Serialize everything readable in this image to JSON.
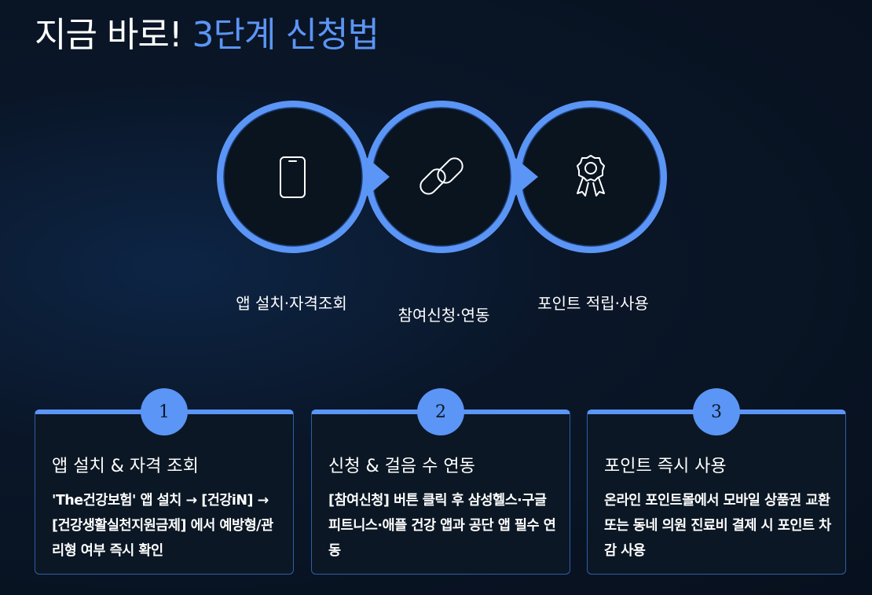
{
  "header": {
    "title_part1": "지금 바로!",
    "title_part2": "3단계 신청법",
    "accent_color": "#5b95f5"
  },
  "steps": [
    {
      "icon": "smartphone-icon",
      "label": "앱 설치·자격조회"
    },
    {
      "icon": "link-icon",
      "label": "참여신청·연동"
    },
    {
      "icon": "award-badge-icon",
      "label": "포인트 적립·사용"
    }
  ],
  "cards": [
    {
      "number": "1",
      "title": "앱 설치 & 자격 조회",
      "body": "'The건강보험' 앱 설치 → [건강iN] → [건강생활실천지원금제] 에서 예방형/관리형 여부 즉시 확인"
    },
    {
      "number": "2",
      "title": "신청 & 걸음 수 연동",
      "body": "[참여신청] 버튼 클릭 후 삼성헬스·구글 피트니스·애플 건강 앱과 공단 앱 필수 연동"
    },
    {
      "number": "3",
      "title": "포인트 즉시 사용",
      "body": "온라인 포인트몰에서 모바일 상품권 교환 또는 동네 의원 진료비 결제 시 포인트 차감 사용"
    }
  ]
}
